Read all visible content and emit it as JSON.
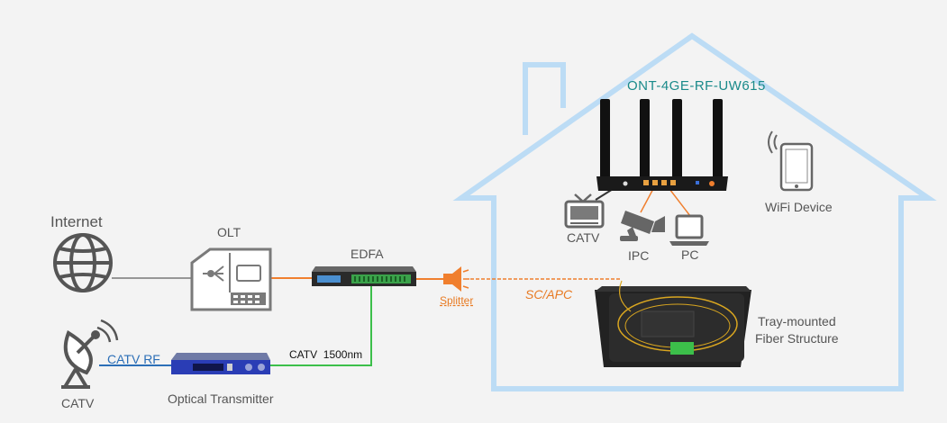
{
  "labels": {
    "ont_model": "ONT-4GE-RF-UW615",
    "wifi_device": "WiFi Device",
    "catv_home": "CATV",
    "ipc": "IPC",
    "pc": "PC",
    "tray": "Tray-mounted\nFiber Structure",
    "internet": "Internet",
    "olt": "OLT",
    "edfa": "EDFA",
    "splitter": "Splitter",
    "sc_apc": "SC/APC",
    "catv_rf": "CATV RF",
    "catv_1500": "CATV  1500nm",
    "catv_source": "CATV",
    "optical_transmitter": "Optical Transmitter"
  },
  "colors": {
    "house_outline": "#bcdcf5",
    "fiber_orange": "#f07f2e",
    "fiber_green": "#3cbf4a",
    "rf_blue": "#2c6fb7",
    "ethernet_gray": "#777777",
    "device_gray": "#6b6b6b",
    "ont_model_teal": "#1a8a8a",
    "label_orange": "#e87a22",
    "transmitter_blue": "#2a3db5"
  },
  "icons": [
    "globe-icon",
    "satellite-dish-icon",
    "tv-icon",
    "security-camera-icon",
    "laptop-icon",
    "tablet-icon",
    "wifi-icon",
    "splitter-icon"
  ]
}
